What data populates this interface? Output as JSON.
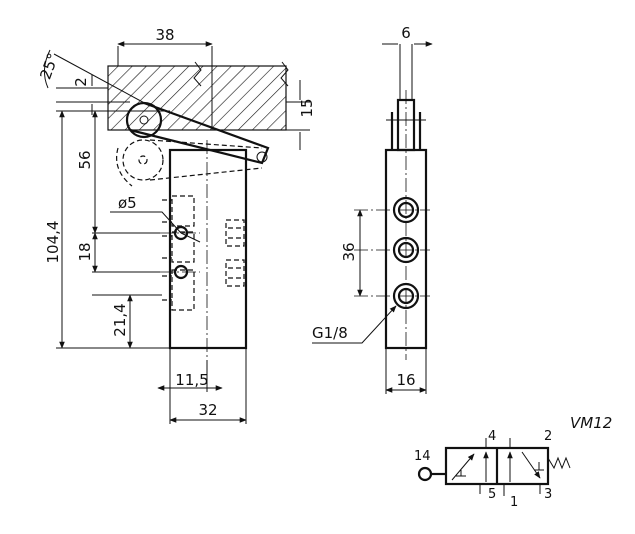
{
  "drawing": {
    "model_label": "VM12",
    "dimensions": {
      "top_width": "38",
      "angle": "25°",
      "offset_small": "2",
      "roller_travel": "15",
      "roller_height": "56",
      "total_height": "104,4",
      "hole_spacing": "18",
      "bottom_offset": "21,4",
      "hole_diameter": "ø5",
      "hole_x": "11,5",
      "body_width": "32",
      "stem_width": "6",
      "port_spacing": "36",
      "port_thread": "G1/8",
      "side_width": "16"
    },
    "symbol_ports": {
      "p14": "14",
      "p4": "4",
      "p2": "2",
      "p5": "5",
      "p1": "1",
      "p3": "3"
    }
  }
}
